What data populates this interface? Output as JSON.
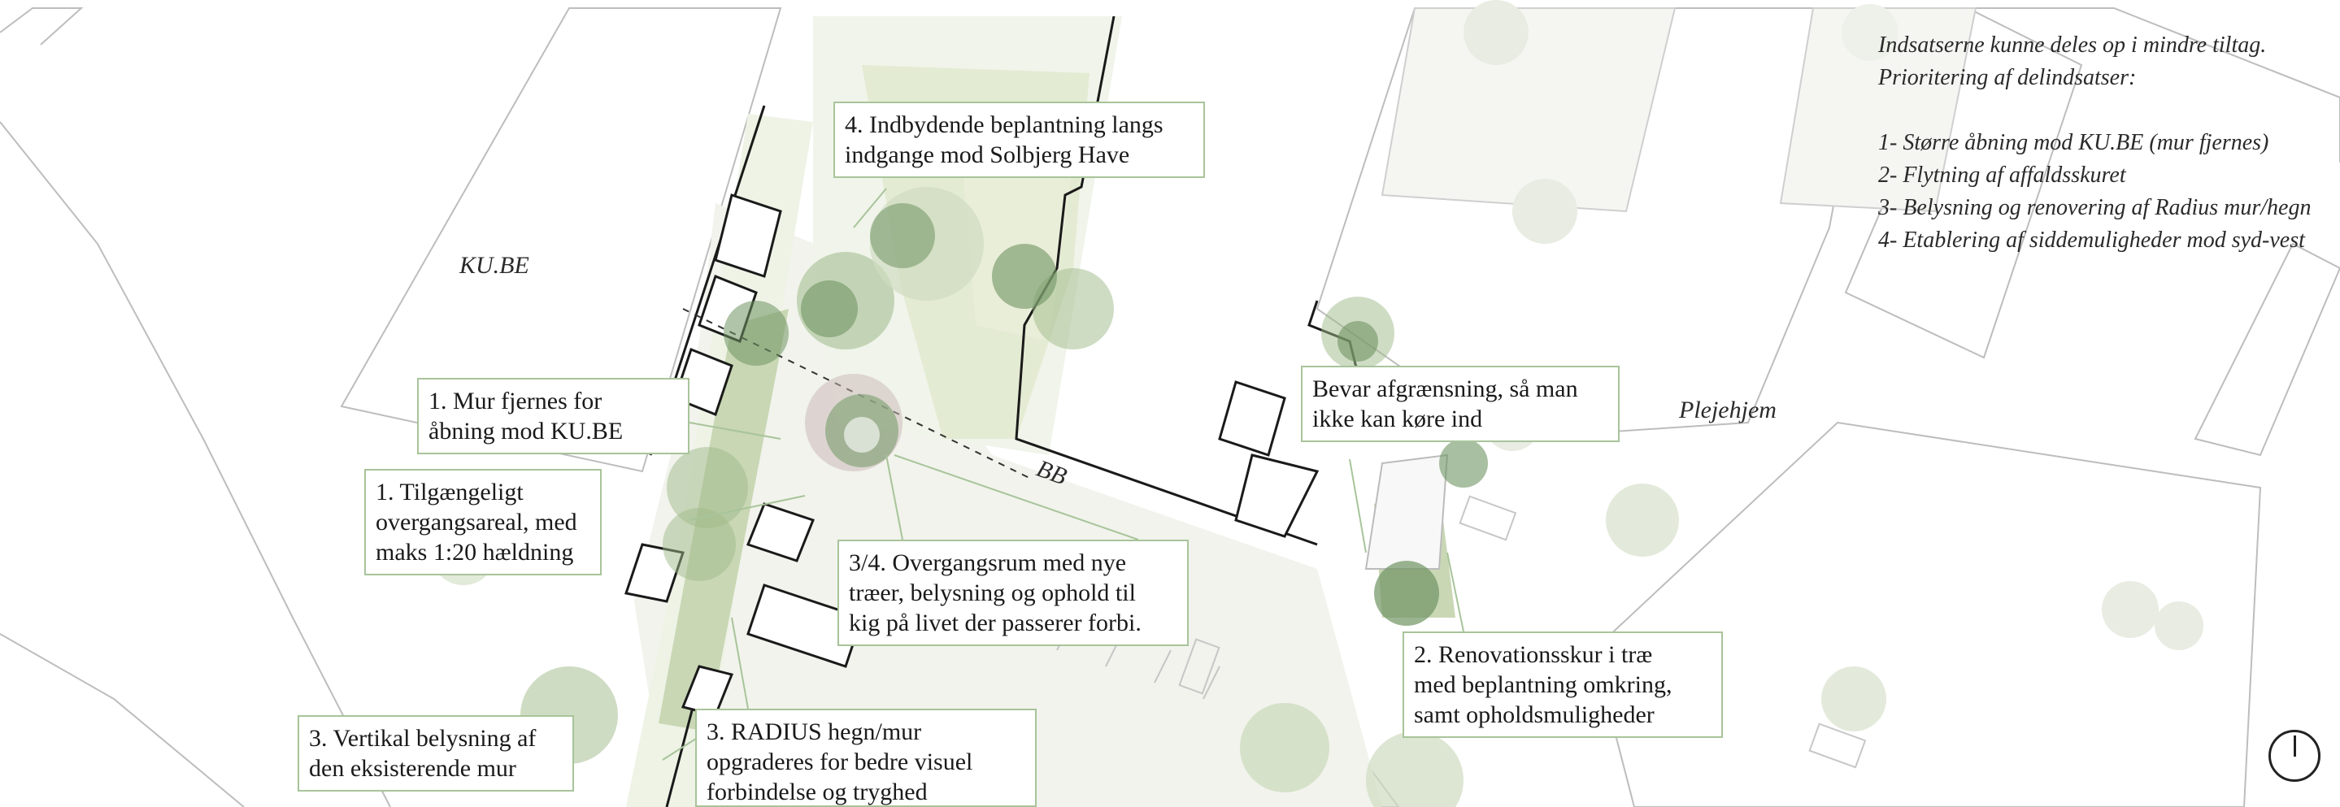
{
  "places": {
    "kube": "KU.BE",
    "plejehjem": "Plejehjem",
    "section": "BB"
  },
  "notes": {
    "intro_1": "Indsatserne kunne deles op i mindre tiltag.",
    "intro_2": "Prioritering af delindsatser:",
    "items": [
      "1- Større åbning mod KU.BE (mur fjernes)",
      "2- Flytning af affaldsskuret",
      "3- Belysning og renovering af Radius mur/hegn",
      "4- Etablering af siddemuligheder mod syd-vest"
    ]
  },
  "labels": {
    "planting": "4. Indbydende beplantning langs\nindgange mod Solbjerg Have",
    "mur": "1. Mur fjernes for\nåbning mod KU.BE",
    "access": "1. Tilgængeligt\novergangsareal, med\nmaks 1:20 hældning",
    "transition": "3/4. Overgangsrum med nye\ntræer, belysning og ophold til\nkig på livet der passerer forbi.",
    "boundary": "Bevar afgrænsning, så man\nikke kan køre ind",
    "renovation": "2. Renovationsskur i træ\nmed beplantning omkring,\nsamt opholdsmuligheder",
    "lighting": "3. Vertikal belysning af\nden eksisterende mur",
    "radius": "3. RADIUS hegn/mur\nopgraderes for bedre visuel\nforbindelse og tryghed"
  },
  "colors": {
    "label_border": "#a8c49a",
    "green_light": "#dfe8d2",
    "green_mid": "#9fb98a",
    "green_dark": "#6f9463",
    "building_line": "#b9b9b9",
    "plaza": "#f1f3ec"
  },
  "icons": {
    "north_arrow": "north-arrow-icon"
  }
}
